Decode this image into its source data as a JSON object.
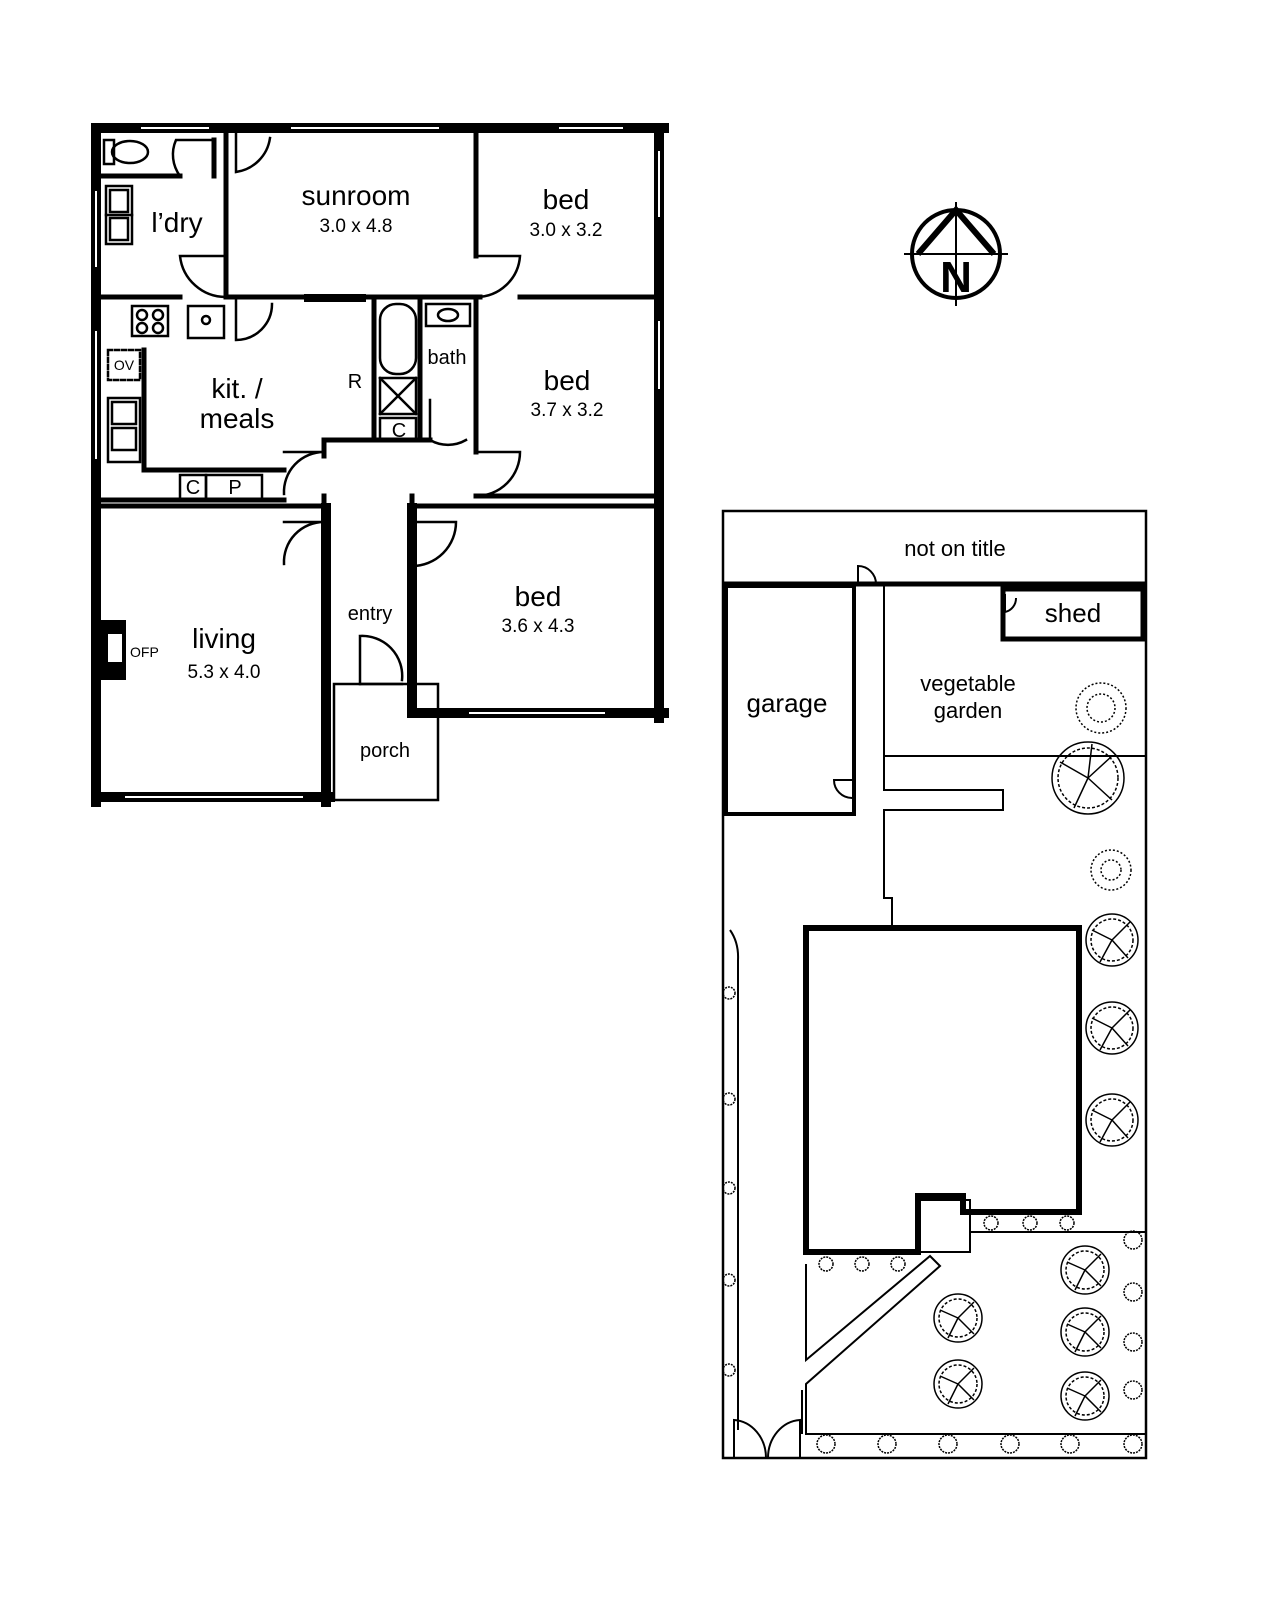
{
  "rooms": {
    "sunroom": {
      "name": "sunroom",
      "size": "3.0 x 4.8"
    },
    "bed1": {
      "name": "bed",
      "size": "3.0 x 3.2"
    },
    "bed2": {
      "name": "bed",
      "size": "3.7 x 3.2"
    },
    "bed3": {
      "name": "bed",
      "size": "3.6 x 4.3"
    },
    "laundry": {
      "name": "l’dry"
    },
    "kitchen": {
      "line1": "kit. /",
      "line2": "meals"
    },
    "bath": {
      "name": "bath"
    },
    "living": {
      "name": "living",
      "size": "5.3 x 4.0"
    },
    "entry": {
      "name": "entry"
    },
    "porch": {
      "name": "porch"
    }
  },
  "fixtures": {
    "fridge": "R",
    "oven": "OV",
    "open_fireplace": "OFP",
    "cupboard": "C",
    "pantry": "P"
  },
  "compass": {
    "letter": "N"
  },
  "site": {
    "not_on_title": "not on title",
    "shed": "shed",
    "garage": "garage",
    "veg_line1": "vegetable",
    "veg_line2": "garden"
  }
}
